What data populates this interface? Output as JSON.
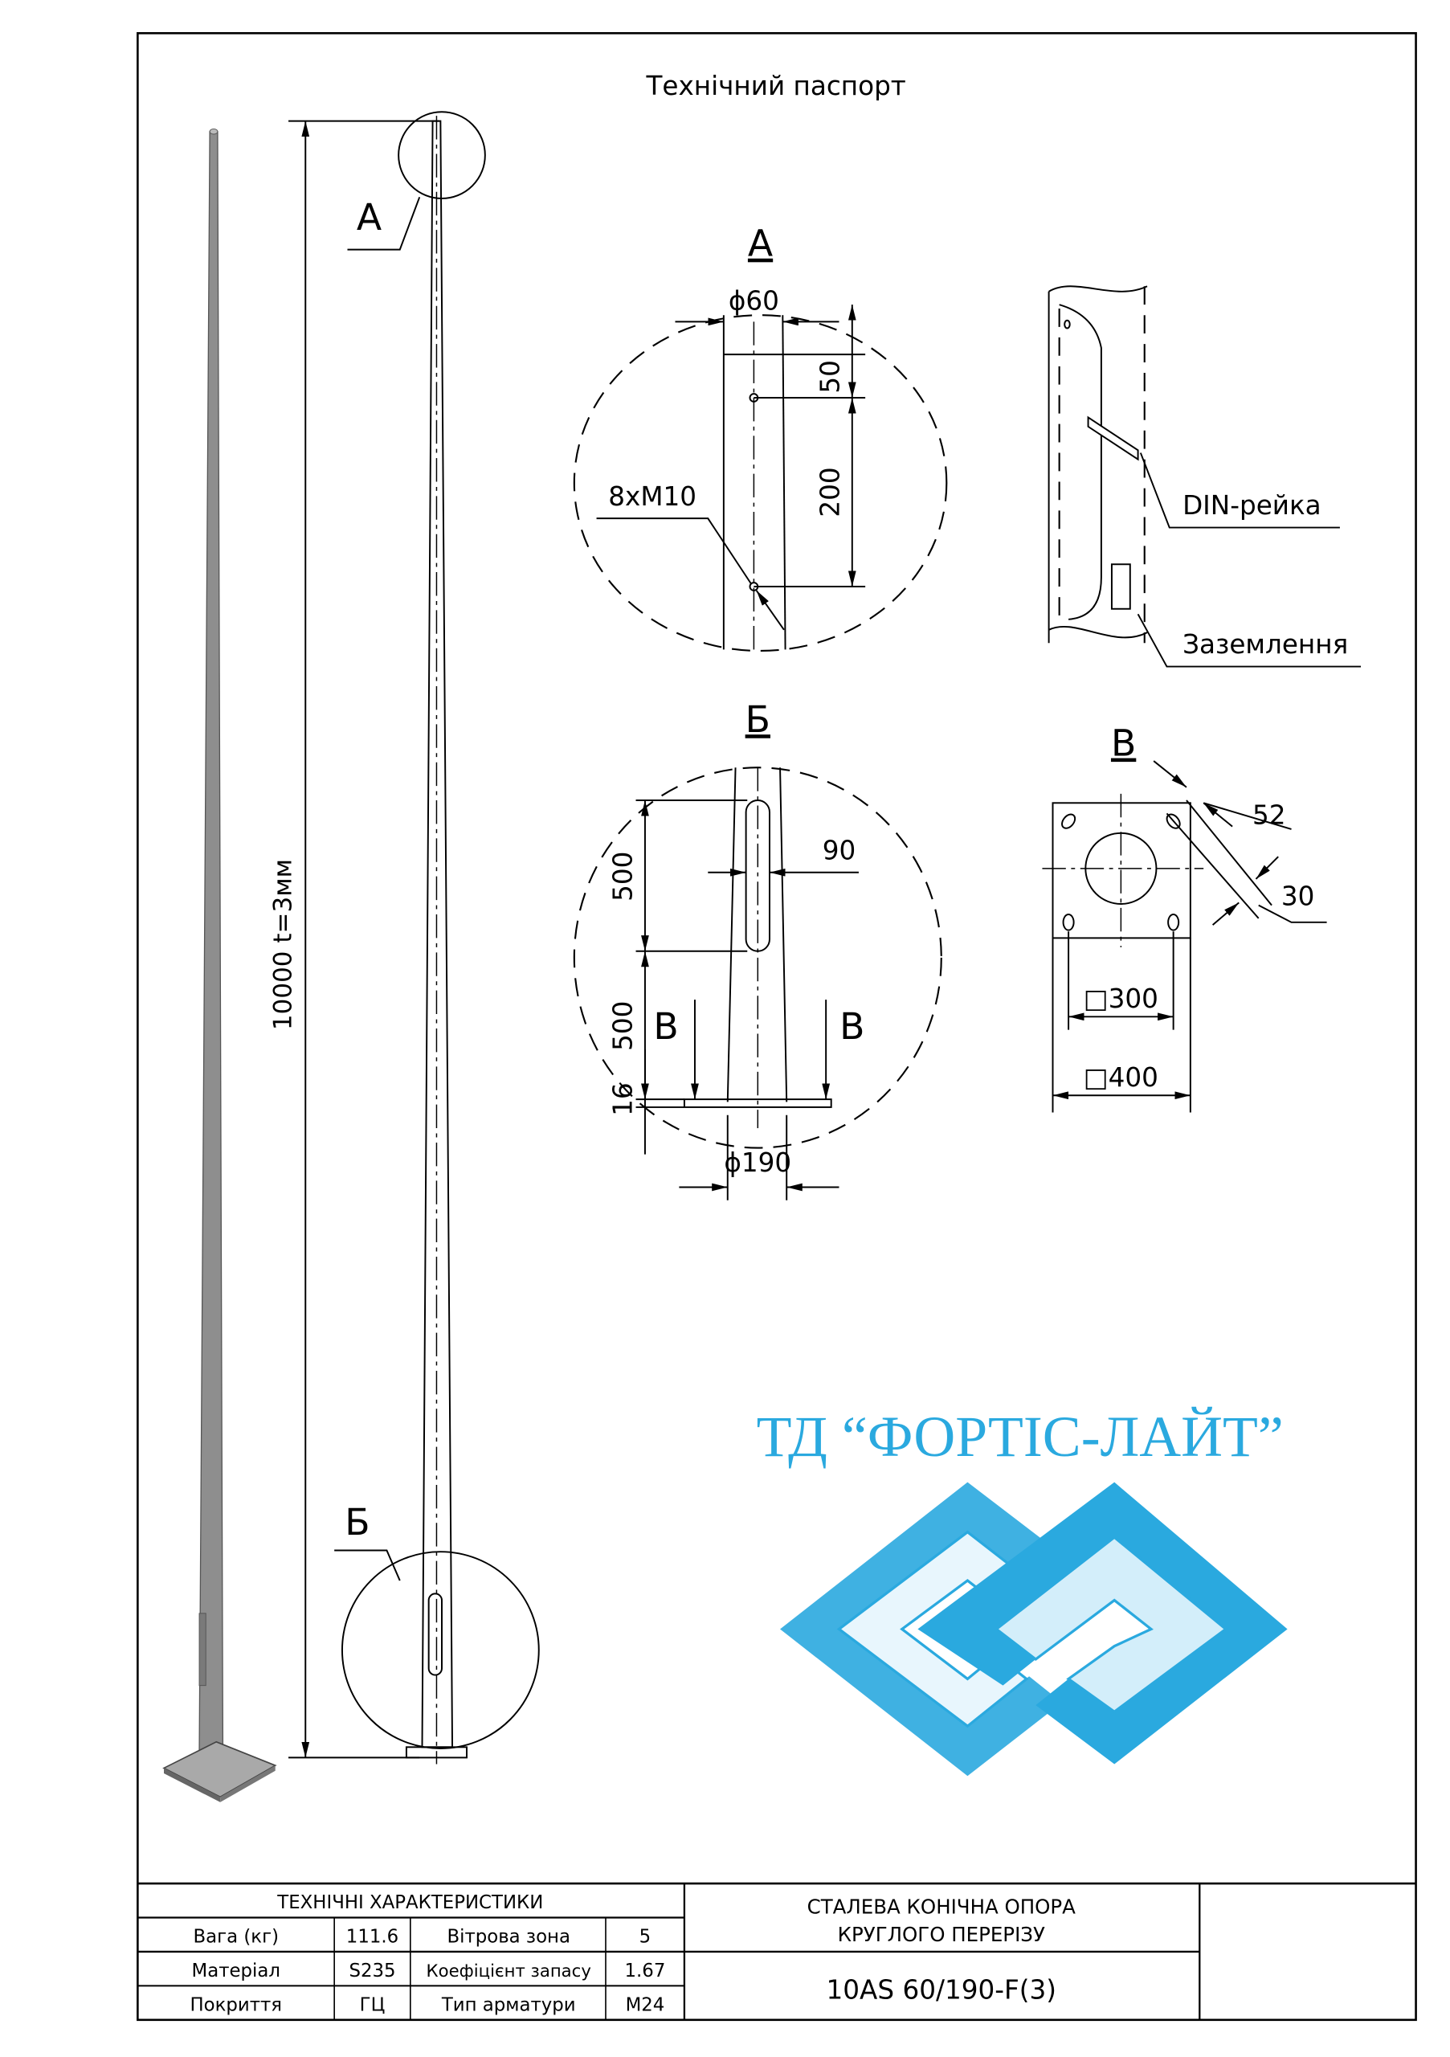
{
  "title": "Технічний паспорт",
  "overall_view": {
    "length_label": "10000 t=3мм",
    "detail_a_marker": "А",
    "detail_b_marker": "Б"
  },
  "detail_a": {
    "label": "А",
    "diameter": "ϕ60",
    "dim_top": "50",
    "dim_holes": "200",
    "holes": "8xM10"
  },
  "detail_hatch": {
    "din_rail": "DIN-рейка",
    "grounding": "Заземлення"
  },
  "detail_b": {
    "label": "Б",
    "slot_height": "500",
    "slot_offset": "500",
    "plate_thickness": "16",
    "slot_width": "90",
    "base_diameter": "ϕ190",
    "section_left": "В",
    "section_right": "В"
  },
  "detail_v": {
    "label": "В",
    "slot_dim": "52",
    "hole_dim": "30",
    "bolt_spacing": "□300",
    "plate_size": "□400"
  },
  "logo": {
    "text": "ТД “ФОРТІС-ЛАЙТ”",
    "color": "#2aa9df"
  },
  "specs": {
    "header": "ТЕХНІЧНІ ХАРАКТЕРИСТИКИ",
    "rows": [
      [
        "Вага (кг)",
        "111.6",
        "Вітрова зона",
        "5"
      ],
      [
        "Матеріал",
        "S235",
        "Коефіцієнт запасу",
        "1.67"
      ],
      [
        "Покриття",
        "ГЦ",
        "Тип арматури",
        "M24"
      ]
    ]
  },
  "product": {
    "name_line1": "СТАЛЕВА КОНІЧНА ОПОРА",
    "name_line2": "КРУГЛОГО ПЕРЕРІЗУ",
    "code": "10AS 60/190-F(3)"
  }
}
